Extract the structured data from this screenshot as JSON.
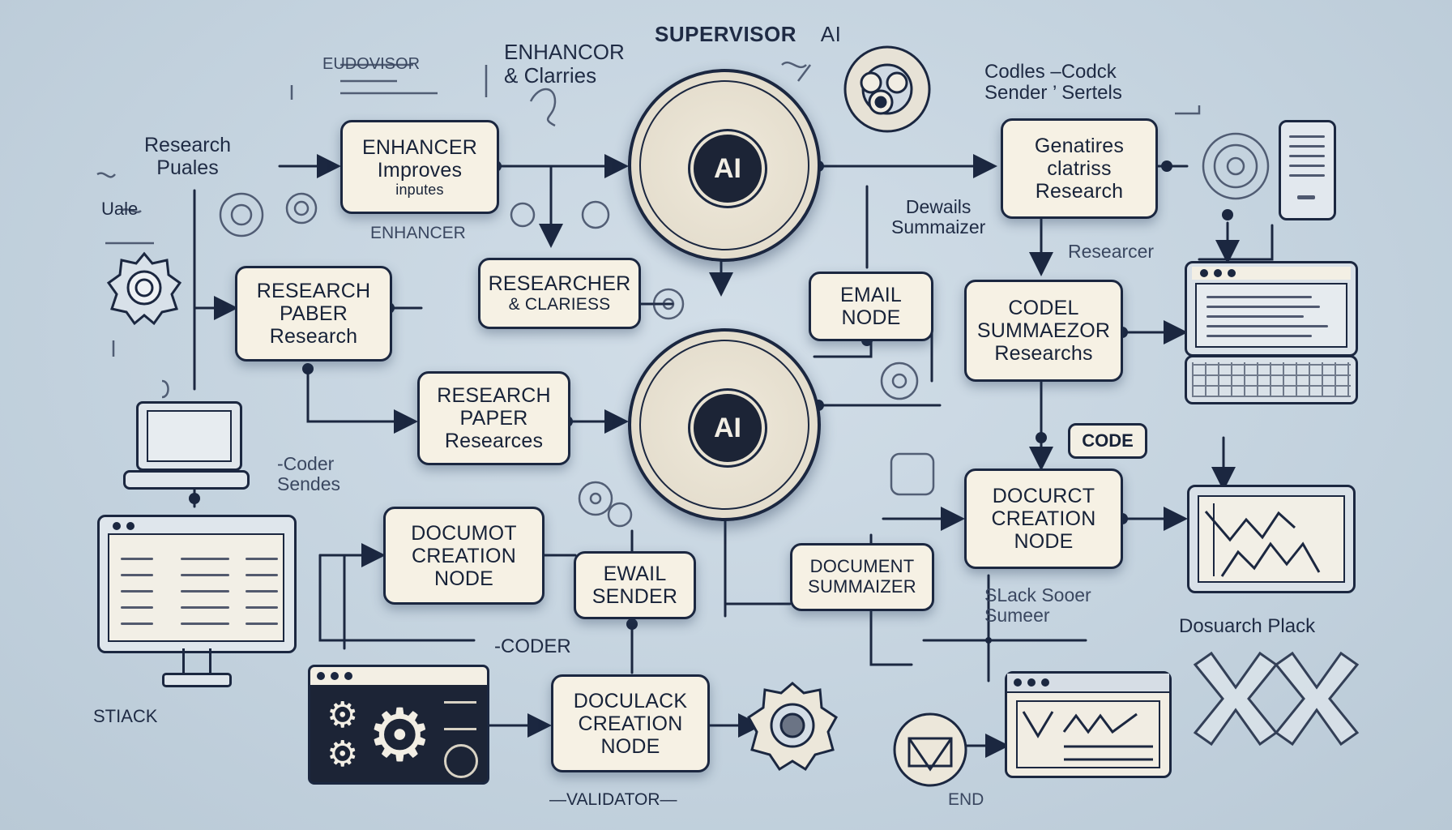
{
  "diagram": {
    "title": "SUPERVISOR",
    "title_suffix": "AI",
    "hubs": [
      {
        "id": "supervisor-hub-top",
        "label": "AI"
      },
      {
        "id": "supervisor-hub-center",
        "label": "AI"
      }
    ],
    "nodes": {
      "enhancer": [
        "ENHANCER",
        "Improves",
        "inputes"
      ],
      "research_paper_left": [
        "RESEARCH",
        "PABER",
        "Research"
      ],
      "researcher": [
        "RESEARCHER",
        "& CLARIESS"
      ],
      "research_paper_mid": [
        "RESEARCH",
        "PAPER",
        "Researces"
      ],
      "document_creation_left": [
        "DOCUMOT",
        "CREATION",
        "NODE"
      ],
      "email_sender": [
        "EWAIL",
        "SENDER"
      ],
      "doculack_creation": [
        "DOCULACK",
        "CREATION",
        "NODE"
      ],
      "email_node": [
        "EMAIL",
        "NODE"
      ],
      "document_summarizer": [
        "DOCUMENT",
        "SUMMAIZER"
      ],
      "genatires_research": [
        "Genatires",
        "clatriss",
        "Research"
      ],
      "codel_summarizer": [
        "CODEL",
        "SUMMAEZOR",
        "Researchs"
      ],
      "docurct_creation": [
        "DOCURCT",
        "CREATION",
        "NODE"
      ]
    },
    "labels": {
      "eudovisor": "EUDOVISOR",
      "enhancor_clarifies": [
        "ENHANCOR",
        "& Clarries"
      ],
      "codies_sender": [
        "Codles –Codck",
        "Sender ’ Sertels"
      ],
      "research_puales": [
        "Research",
        "Puales"
      ],
      "uale": "Uale",
      "enhancer_small": "ENHANCER",
      "details_summarizer": [
        "Dewails",
        "Summaizer"
      ],
      "researcer": "Researcer",
      "coder_sendes": [
        "-Coder",
        "Sendes"
      ],
      "code_badge": "CODE",
      "coder": "-CODER",
      "stiack": "STIACK",
      "validator": "—VALIDATOR—",
      "slack_sooer": [
        "SLack Sooer",
        "Sumeer"
      ],
      "dosuarch_plack": "Dosuarch Plack",
      "end": "END"
    }
  }
}
